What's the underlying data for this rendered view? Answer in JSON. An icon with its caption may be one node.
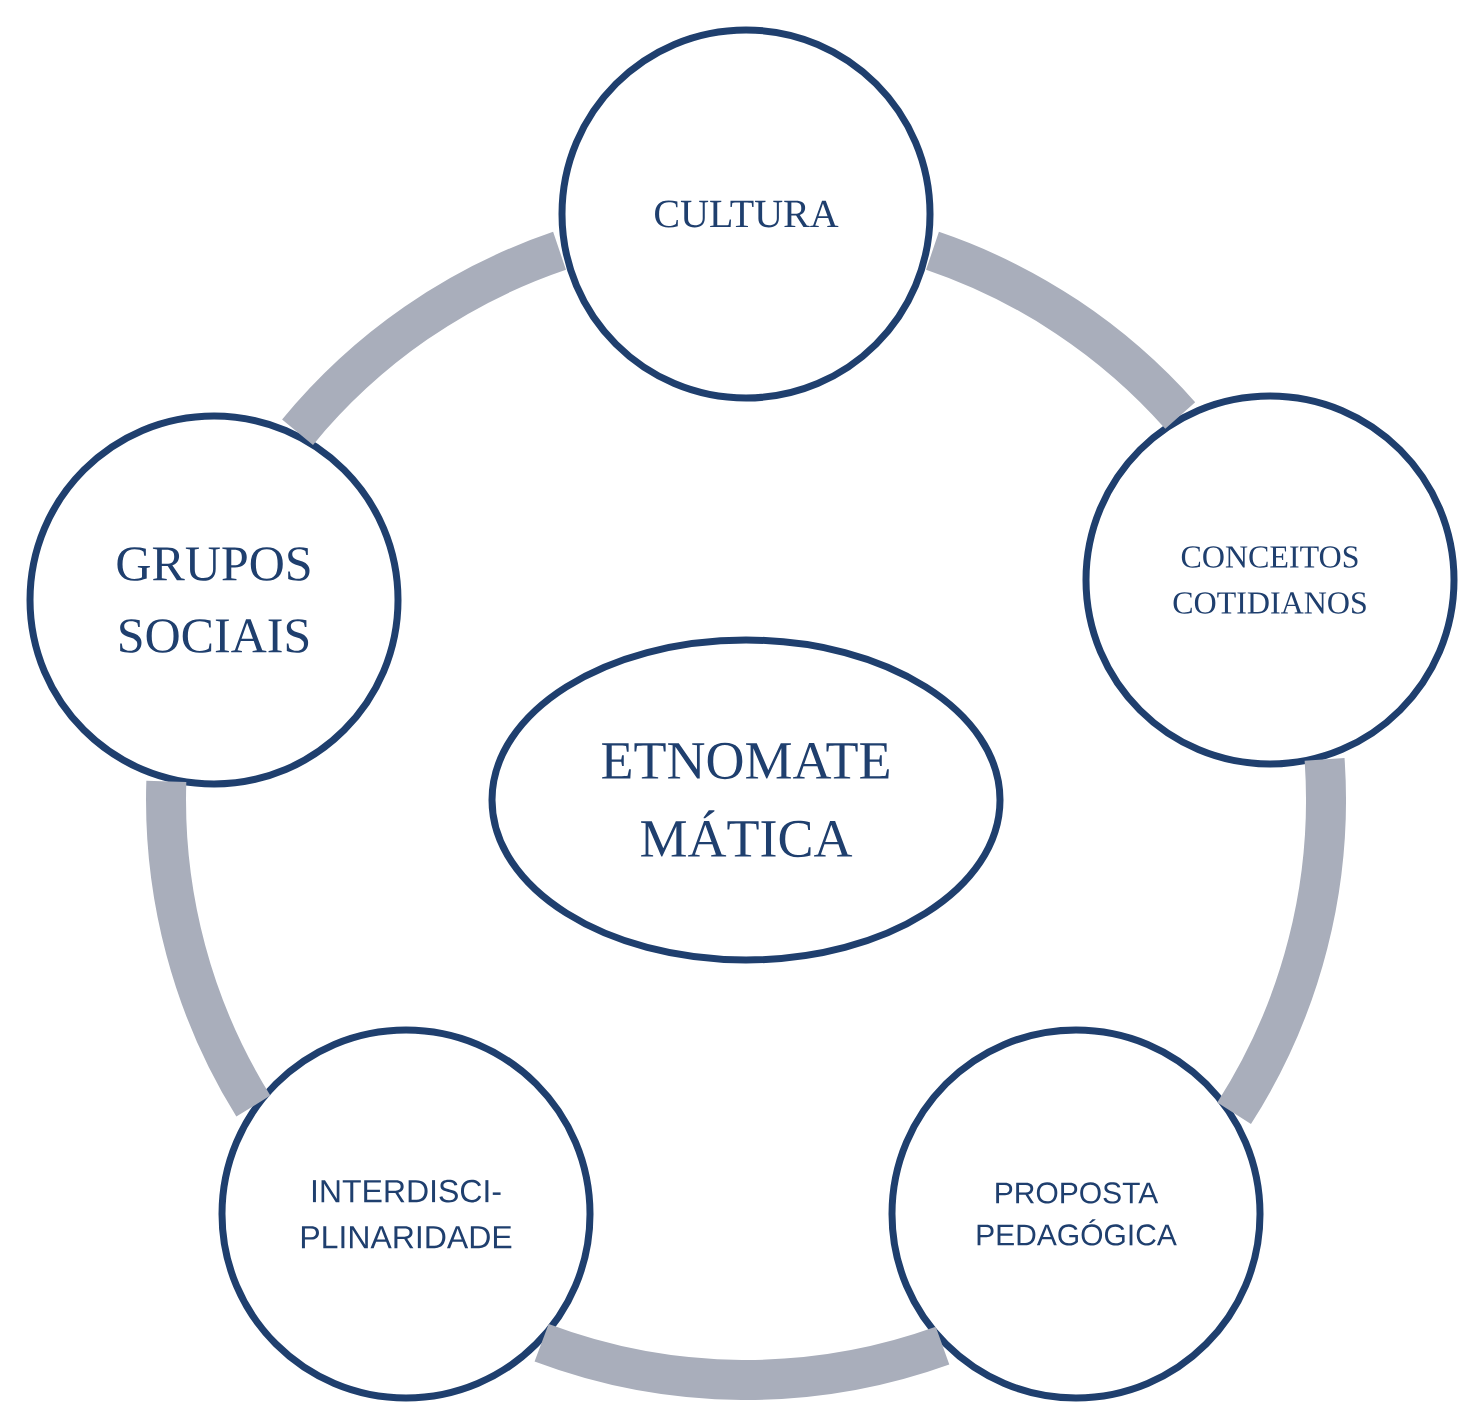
{
  "diagram": {
    "nodes": [
      {
        "text": [
          "CULTURA"
        ]
      },
      {
        "text": [
          "GRUPOS SOCIAIS"
        ]
      },
      {
        "text": [
          "CONCEITOS COTIDIANOS"
        ]
      },
      {
        "text": [
          "ETNOMATE MÁTICA"
        ]
      },
      {
        "text": [
          "INTERDISCI- PLINARIDADE"
        ]
      },
      {
        "text": [
          "PROPOSTA PEDAGÓGICA"
        ]
      }
    ],
    "edges": [
      {
        "from": 0,
        "to": 2,
        "arrow": "none"
      },
      {
        "from": 2,
        "to": 5,
        "arrow": "none"
      },
      {
        "from": 5,
        "to": 4,
        "arrow": "none"
      },
      {
        "from": 4,
        "to": 1,
        "arrow": "none"
      },
      {
        "from": 1,
        "to": 0,
        "arrow": "none"
      }
    ]
  }
}
